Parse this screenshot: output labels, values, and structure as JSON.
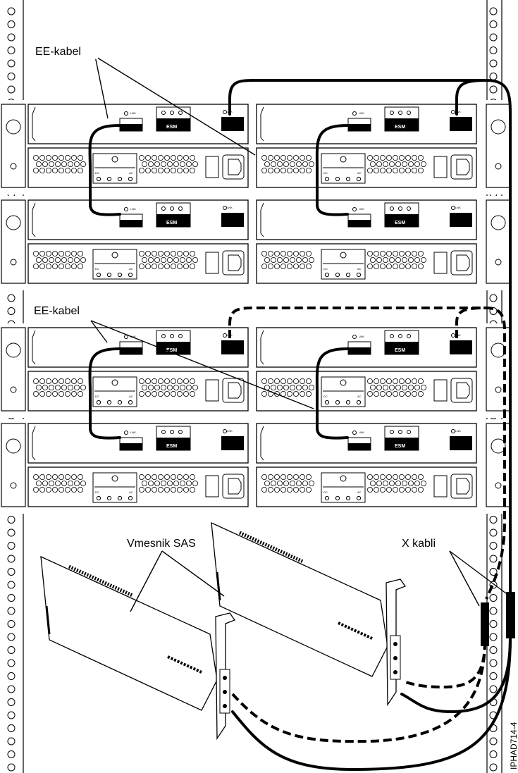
{
  "labels": {
    "ee_cable_top": "EE-kabel",
    "ee_cable_bottom": "EE-kabel",
    "sas_adapter": "Vmesnik SAS",
    "x_cables": "X kabli",
    "figure_code": "IPHAD714-4"
  },
  "module": {
    "esm_label": "ESM",
    "port_label": "LNK",
    "dc_label": "DC",
    "ac_label": "AC"
  },
  "colors": {
    "line": "#000000",
    "panel_fill": "#ffffff",
    "esm_fill": "#000000"
  }
}
